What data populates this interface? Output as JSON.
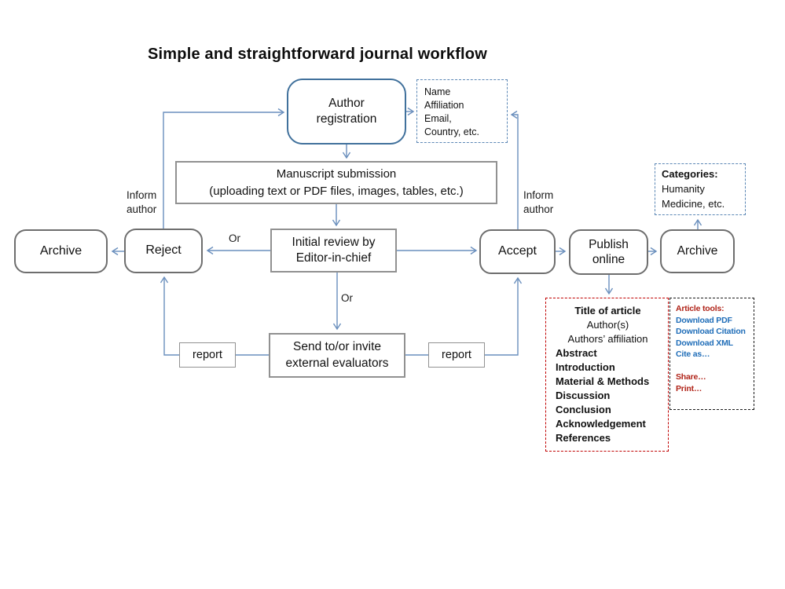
{
  "page": {
    "title": "Simple and straightforward journal workflow"
  },
  "nodes": {
    "author_registration": "Author registration",
    "registration_info": {
      "lines": [
        "Name",
        "Affiliation",
        "Email,",
        "Country, etc."
      ]
    },
    "manuscript_submission": {
      "line1": "Manuscript submission",
      "line2": "(uploading text or PDF files, images, tables, etc.)"
    },
    "initial_review": "Initial review by Editor-in-chief",
    "reject": "Reject",
    "archive_left": "Archive",
    "accept": "Accept",
    "publish_online": "Publish online",
    "archive_right": "Archive",
    "send_evaluators": "Send to/or invite external evaluators",
    "report_left": "report",
    "report_right": "report",
    "categories": {
      "heading": "Categories:",
      "lines": [
        "Humanity",
        "Medicine, etc."
      ]
    },
    "article_outline": {
      "title": "Title of article",
      "authors": "Author(s)",
      "affiliation": "Authors’ affiliation",
      "sections": [
        "Abstract",
        "Introduction",
        "Material & Methods",
        "Discussion",
        "Conclusion",
        "Acknowledgement",
        "References"
      ]
    },
    "article_tools": {
      "heading": "Article tools:",
      "links": [
        "Download PDF",
        "Download Citation",
        "Download XML",
        "Cite as…"
      ],
      "actions": [
        "Share…",
        "Print…"
      ]
    }
  },
  "labels": {
    "inform_author_left": "Inform author",
    "inform_author_right": "Inform author",
    "or_left": "Or",
    "or_middle": "Or"
  },
  "edges": [
    {
      "from": "reject",
      "to": "author_registration",
      "label": "Inform author"
    },
    {
      "from": "author_registration",
      "to": "registration_info"
    },
    {
      "from": "author_registration",
      "to": "manuscript_submission"
    },
    {
      "from": "manuscript_submission",
      "to": "initial_review"
    },
    {
      "from": "initial_review",
      "to": "reject",
      "label": "Or"
    },
    {
      "from": "initial_review",
      "to": "accept"
    },
    {
      "from": "initial_review",
      "to": "send_evaluators",
      "label": "Or"
    },
    {
      "from": "send_evaluators",
      "to": "report_left"
    },
    {
      "from": "report_left",
      "to": "reject"
    },
    {
      "from": "send_evaluators",
      "to": "report_right"
    },
    {
      "from": "report_right",
      "to": "accept"
    },
    {
      "from": "accept",
      "to": "registration_info",
      "label": "Inform author"
    },
    {
      "from": "reject",
      "to": "archive_left"
    },
    {
      "from": "accept",
      "to": "publish_online"
    },
    {
      "from": "publish_online",
      "to": "archive_right"
    },
    {
      "from": "archive_right",
      "to": "categories"
    },
    {
      "from": "publish_online",
      "to": "article_outline"
    }
  ],
  "colors": {
    "connector_blue": "#6a8fbd",
    "accent_box_border": "#41719c",
    "dashed_info_border": "#5b87b5",
    "gray_border": "#6e6e6e",
    "outline_border_red": "#c00000",
    "tools_red": "#b02318",
    "tools_link_blue": "#1f6db8"
  }
}
